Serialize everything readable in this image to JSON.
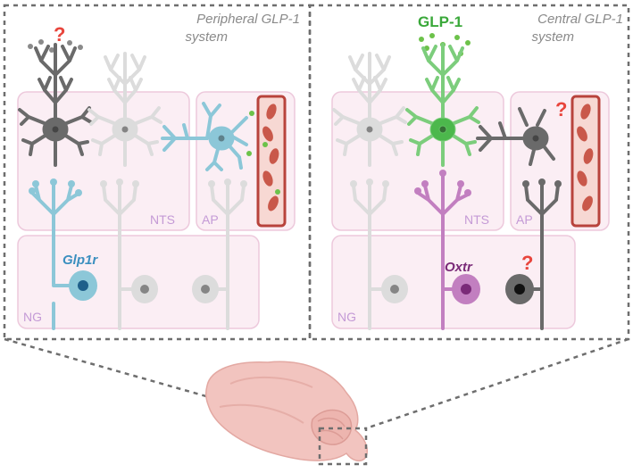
{
  "panels": {
    "left": {
      "title_line1": "Peripheral GLP-1",
      "title_line2": "system",
      "question": "?",
      "region_nts": "NTS",
      "region_ap": "AP",
      "region_ng": "NG",
      "gene_label": "Glp1r"
    },
    "right": {
      "title_line1": "Central GLP-1",
      "title_line2": "system",
      "peptide_label": "GLP-1",
      "question_ap": "?",
      "question_ng": "?",
      "region_nts": "NTS",
      "region_ap": "AP",
      "region_ng": "NG",
      "gene_label": "Oxtr"
    }
  },
  "colors": {
    "vagal_blue": "#8cc7d8",
    "glp1_green": "#4cb84c",
    "oxtr_purple": "#b86bb5",
    "neuron_dark": "#6a6a6a",
    "neuron_light": "#d9d9d9",
    "question_red": "#e8453c",
    "region_pink": "#fbeef4",
    "vessel_red": "#b8433c",
    "brain_pink": "#f2c4bf"
  },
  "icons": {
    "neuron": "neuron-icon",
    "blood_vessel": "blood-vessel-icon",
    "brain": "mouse-brain-icon"
  }
}
